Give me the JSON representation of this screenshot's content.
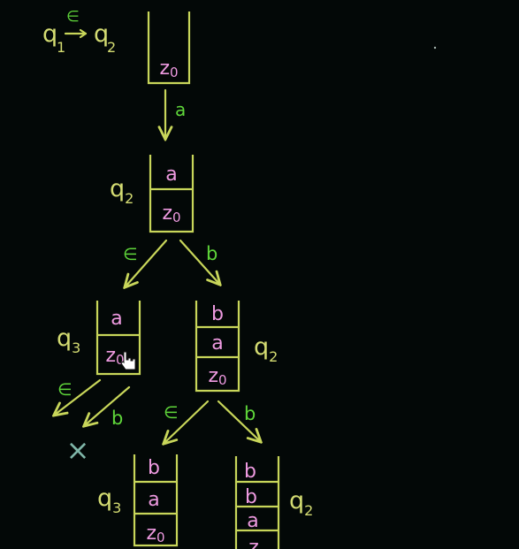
{
  "header": {
    "from_state": "q1",
    "from_state_base": "q",
    "from_state_sub": "1",
    "arrow_label": "∈",
    "to_state": "q2",
    "to_state_base": "q",
    "to_state_sub": "2"
  },
  "start_stack": {
    "cells": [
      "z0"
    ]
  },
  "edge_root": {
    "label": "a"
  },
  "node_q2": {
    "state": "q2",
    "cells": [
      "a",
      "z0"
    ]
  },
  "edge_q2_left": {
    "label": "∈"
  },
  "edge_q2_right": {
    "label": "b"
  },
  "node_q3_left": {
    "state": "q3",
    "cells": [
      "a",
      "z0"
    ]
  },
  "edge_q3_left_eps": {
    "label": "∈"
  },
  "edge_q3_left_b": {
    "label": "b"
  },
  "reject_mark": {
    "symbol": "×"
  },
  "node_q2_right": {
    "state": "q2",
    "cells": [
      "b",
      "a",
      "z0"
    ]
  },
  "edge_q2r_left": {
    "label": "∈"
  },
  "edge_q2r_right": {
    "label": "b"
  },
  "node_q3_bottom": {
    "state": "q3",
    "cells": [
      "b",
      "a",
      "z0"
    ]
  },
  "node_q2_bottom": {
    "state": "q2",
    "cells": [
      "b",
      "b",
      "a",
      "z"
    ]
  },
  "colors": {
    "background": "#030807",
    "chalk_yellow": "#d4dc72",
    "chalk_pink": "#ee9ae0",
    "chalk_green": "#5fd63a",
    "reject_teal": "#7fb6a8"
  }
}
